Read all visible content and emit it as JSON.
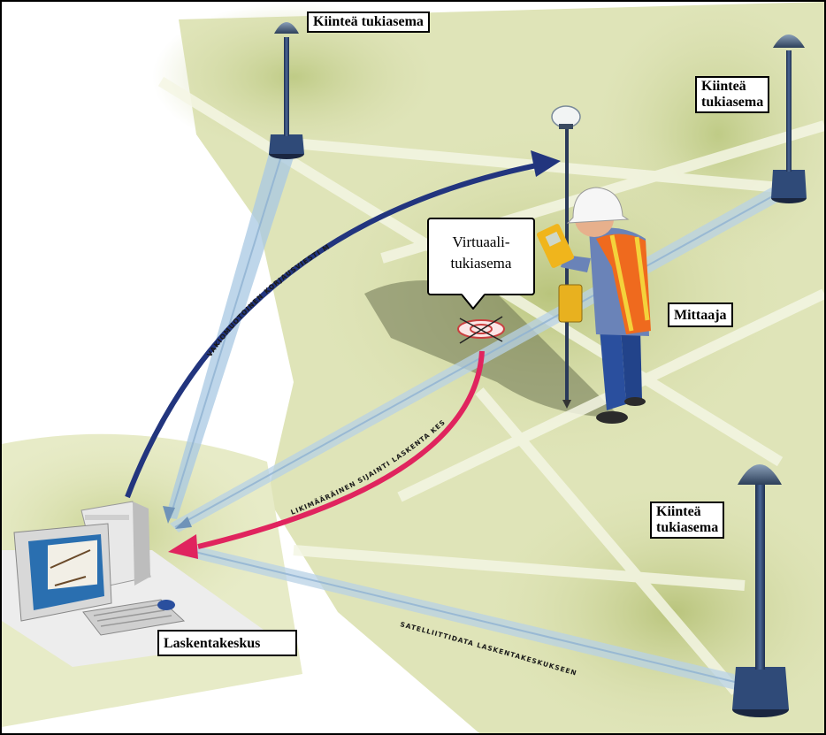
{
  "labels": {
    "base_station_top": "Kiinteä tukiasema",
    "base_station_right_line1": "Kiinteä",
    "base_station_right_line2": "tukiasema",
    "base_station_bottom_line1": "Kiinteä",
    "base_station_bottom_line2": "tukiasema",
    "surveyor": "Mittaaja",
    "computing_center": "Laskentakeskus",
    "virtual_station_line1": "Virtuaali-",
    "virtual_station_line2": "tukiasema"
  },
  "path_texts": {
    "correction_message": "VAKIOMUOTOINEN KORJAUSVIESTI MITTAAJALLE",
    "approximate_position": "LIKIMÄÄRÄINEN SIJAINTI LASKENTA KESKUKSELLE",
    "satellite_data": "SATELLIITTIDATA LASKENTAKESKUKSEEN"
  },
  "colors": {
    "ground_green": "#c9d38f",
    "ground_light": "#e4e8bc",
    "beam_blue": "#a9c9e4",
    "arrow_navy": "#22357e",
    "arrow_red": "#e0245e",
    "station_base": "#2f4a78",
    "vest_orange": "#ef6a1e"
  }
}
